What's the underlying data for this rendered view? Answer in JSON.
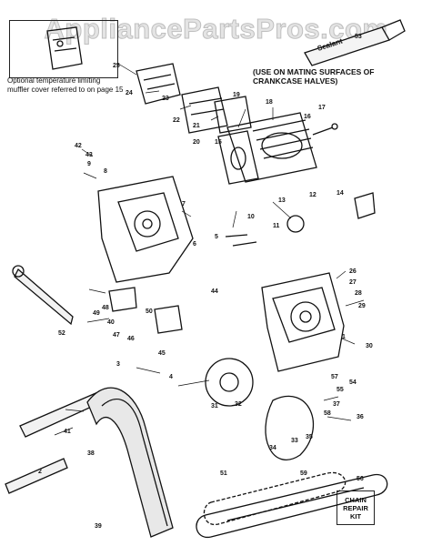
{
  "watermark": "AppliancePartsPros.com",
  "inset_caption": "Optional temperature limiting muffler cover referred to on page 15",
  "sealant_label": "Sealant",
  "sealant_note": "(USE ON MATING SURFACES OF CRANKCASE HALVES)",
  "kit": {
    "line1": "CHAIN",
    "line2": "REPAIR",
    "line3": "KIT"
  },
  "callouts": [
    "53",
    "25",
    "24",
    "23",
    "22",
    "21",
    "20",
    "19",
    "18",
    "17",
    "16",
    "15",
    "14",
    "13",
    "12",
    "11",
    "10",
    "9",
    "8",
    "7",
    "6",
    "5",
    "4",
    "3",
    "2",
    "1",
    "26",
    "27",
    "28",
    "29",
    "30",
    "31",
    "32",
    "33",
    "34",
    "35",
    "36",
    "37",
    "38",
    "39",
    "40",
    "41",
    "42",
    "43",
    "44",
    "45",
    "46",
    "47",
    "48",
    "49",
    "50",
    "51",
    "52",
    "54",
    "55",
    "56",
    "57",
    "58",
    "59"
  ]
}
